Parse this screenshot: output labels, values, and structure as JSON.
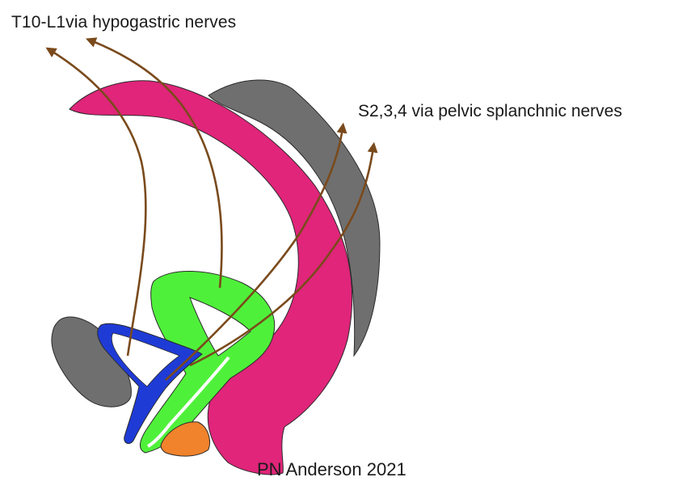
{
  "labels": {
    "sympathetic": "T10-L1via hypogastric nerves",
    "parasympathetic": "S2,3,4 via pelvic splanchnic nerves",
    "credit": "PN Anderson 2021"
  },
  "colors": {
    "rectum": "#e0257a",
    "bone": "#6f6f6f",
    "uterus": "#4ff03a",
    "bladder": "#1f3bd6",
    "anal_region": "#f0832c",
    "nerve": "#7a4a1c",
    "outline": "#2a2a2a"
  }
}
